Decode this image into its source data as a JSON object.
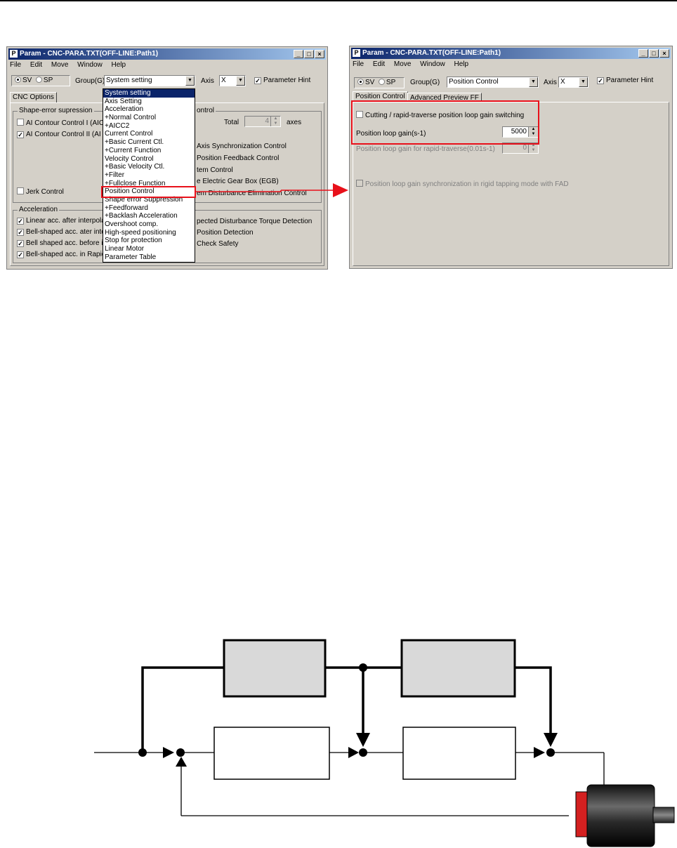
{
  "left_window": {
    "title": "Param - CNC-PARA.TXT(OFF-LINE:Path1)",
    "menu": [
      "File",
      "Edit",
      "Move",
      "Window",
      "Help"
    ],
    "radio_sv": "SV",
    "radio_sp": "SP",
    "group_label": "Group(G)",
    "group_value": "System setting",
    "axis_label": "Axis",
    "axis_value": "X",
    "param_hint": "Parameter Hint",
    "tab": "CNC Options",
    "shape_group_title": "Shape-error supression",
    "shape_items": [
      "AI Contour Control I (AIC",
      "AI Contour Control II (AI",
      "Jerk Control"
    ],
    "control_group_title": "ontrol",
    "total_label": "Total",
    "total_value": "4",
    "axes_label": "axes",
    "right_items": [
      "Axis Synchronization Control",
      "Position Feedback Control",
      "tem Control",
      "e Electric Gear Box (EGB)",
      "em Disturbance Elimination Control"
    ],
    "accel_group_title": "Acceleration",
    "accel_items": [
      "Linear acc. after interpola",
      "Bell-shaped acc. ater inte",
      "Bell shaped acc. before in",
      "Bell-shaped acc. in Rapid"
    ],
    "accel_right_items": [
      "pected Disturbance Torque Detection",
      "Position Detection",
      "Check Safety"
    ],
    "dropdown_items": [
      "System setting",
      "Axis Setting",
      "Acceleration",
      "+Normal Control",
      "+AICC2",
      "Current Control",
      "+Basic Current Ctl.",
      "+Current Function",
      "Velocity Control",
      "+Basic Velocity Ctl.",
      "+Filter",
      "+Fullclose Function",
      "Position Control",
      "Shape error Suppression",
      "+Feedforward",
      "+Backlash Acceleration",
      "Overshoot comp.",
      "High-speed positioning",
      "Stop for protection",
      "Linear Motor",
      "Parameter Table"
    ]
  },
  "right_window": {
    "title": "Param - CNC-PARA.TXT(OFF-LINE:Path1)",
    "menu": [
      "File",
      "Edit",
      "Move",
      "Window",
      "Help"
    ],
    "radio_sv": "SV",
    "radio_sp": "SP",
    "group_label": "Group(G)",
    "group_value": "Position Control",
    "axis_label": "Axis",
    "axis_value": "X",
    "param_hint": "Parameter Hint",
    "tab_active": "Position Control",
    "tab_other": "Advanced Preview FF",
    "switch_label": "Cutting / rapid-traverse position loop gain switching",
    "gain_label": "Position loop gain(s-1)",
    "gain_value": "5000",
    "rapid_gain_label": "Position loop gain for rapid-traverse(0.01s-1)",
    "rapid_gain_value": "0",
    "sync_label": "Position loop gain synchronization in rigid tapping mode with FAD"
  },
  "colors": {
    "highlight_red": "#e8101a",
    "title_blue": "#0a246a",
    "motor_red": "#d42020"
  }
}
